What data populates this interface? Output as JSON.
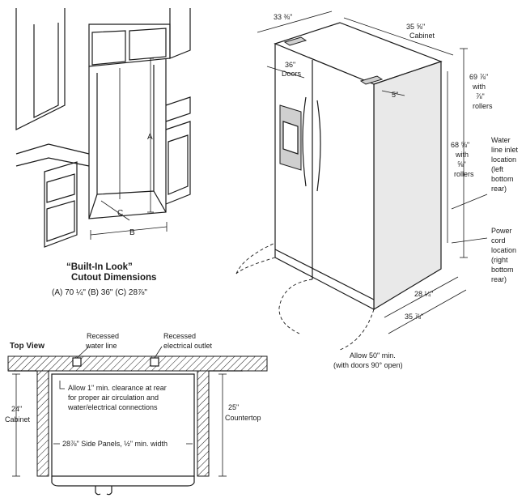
{
  "builtin": {
    "title_line1": "“Built-In Look”",
    "title_line2": "Cutout Dimensions",
    "values": "(A) 70 ¼\"   (B) 36\"   (C) 28⅞\"",
    "label_a": "A",
    "label_b": "B",
    "label_c": "C"
  },
  "fridge": {
    "width_top": "33 ⅜\"",
    "cabinet_width": "35 ⅝\"",
    "cabinet_label": "Cabinet",
    "doors_width": "36\"",
    "doors_label": "Doors",
    "hinge_clearance": "5\"",
    "height_with_rollers": [
      "69 ⅞\"",
      "with",
      "⅞\"",
      "rollers"
    ],
    "height_with_small_rollers": [
      "68 ⅝\"",
      "with",
      "⅝\"",
      "rollers"
    ],
    "water_line": [
      "Water",
      "line inlet",
      "location",
      "(left",
      "bottom",
      "rear)"
    ],
    "power_cord": [
      "Power",
      "cord",
      "location",
      "(right",
      "bottom",
      "rear)"
    ],
    "depth_cabinet": "28 ¼\"",
    "depth_total": "35 ⅞\"",
    "door_clearance_line1": "Allow 50\" min.",
    "door_clearance_line2": "(with doors 90° open)"
  },
  "topview": {
    "title": "Top View",
    "recessed_water": [
      "Recessed",
      "water line"
    ],
    "recessed_outlet": [
      "Recessed",
      "electrical outlet"
    ],
    "rear_note": [
      "Allow 1\" min. clearance at rear",
      "for proper air circulation and",
      "water/electrical connections"
    ],
    "cabinet_depth": [
      "24\"",
      "Cabinet"
    ],
    "countertop_depth": [
      "25\"",
      "Countertop"
    ],
    "side_panels": "28⅞\" Side Panels, ½\" min. width"
  }
}
